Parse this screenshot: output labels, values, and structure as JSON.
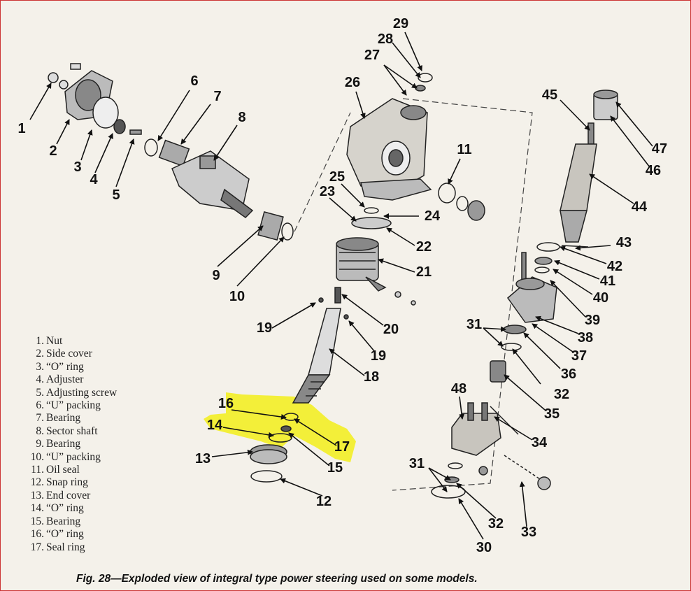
{
  "callouts": [
    {
      "id": "c1",
      "label": "1"
    },
    {
      "id": "c2",
      "label": "2"
    },
    {
      "id": "c3",
      "label": "3"
    },
    {
      "id": "c4",
      "label": "4"
    },
    {
      "id": "c5",
      "label": "5"
    },
    {
      "id": "c6",
      "label": "6"
    },
    {
      "id": "c7",
      "label": "7"
    },
    {
      "id": "c8",
      "label": "8"
    },
    {
      "id": "c9",
      "label": "9"
    },
    {
      "id": "c10",
      "label": "10"
    },
    {
      "id": "c11",
      "label": "11"
    },
    {
      "id": "c12",
      "label": "12"
    },
    {
      "id": "c13",
      "label": "13"
    },
    {
      "id": "c14",
      "label": "14"
    },
    {
      "id": "c15",
      "label": "15"
    },
    {
      "id": "c16",
      "label": "16"
    },
    {
      "id": "c17",
      "label": "17"
    },
    {
      "id": "c18",
      "label": "18"
    },
    {
      "id": "c19a",
      "label": "19"
    },
    {
      "id": "c19b",
      "label": "19"
    },
    {
      "id": "c20",
      "label": "20"
    },
    {
      "id": "c21",
      "label": "21"
    },
    {
      "id": "c22",
      "label": "22"
    },
    {
      "id": "c23",
      "label": "23"
    },
    {
      "id": "c24",
      "label": "24"
    },
    {
      "id": "c25",
      "label": "25"
    },
    {
      "id": "c26",
      "label": "26"
    },
    {
      "id": "c27",
      "label": "27"
    },
    {
      "id": "c28",
      "label": "28"
    },
    {
      "id": "c29",
      "label": "29"
    },
    {
      "id": "c30",
      "label": "30"
    },
    {
      "id": "c31a",
      "label": "31"
    },
    {
      "id": "c31b",
      "label": "31"
    },
    {
      "id": "c32a",
      "label": "32"
    },
    {
      "id": "c32b",
      "label": "32"
    },
    {
      "id": "c33",
      "label": "33"
    },
    {
      "id": "c34",
      "label": "34"
    },
    {
      "id": "c35",
      "label": "35"
    },
    {
      "id": "c36",
      "label": "36"
    },
    {
      "id": "c37",
      "label": "37"
    },
    {
      "id": "c38",
      "label": "38"
    },
    {
      "id": "c39",
      "label": "39"
    },
    {
      "id": "c40",
      "label": "40"
    },
    {
      "id": "c41",
      "label": "41"
    },
    {
      "id": "c42",
      "label": "42"
    },
    {
      "id": "c43",
      "label": "43"
    },
    {
      "id": "c44",
      "label": "44"
    },
    {
      "id": "c45",
      "label": "45"
    },
    {
      "id": "c46",
      "label": "46"
    },
    {
      "id": "c47",
      "label": "47"
    },
    {
      "id": "c48",
      "label": "48"
    }
  ],
  "legend": [
    {
      "num": "1.",
      "name": "Nut"
    },
    {
      "num": "2.",
      "name": "Side cover"
    },
    {
      "num": "3.",
      "name": "“O” ring"
    },
    {
      "num": "4.",
      "name": "Adjuster"
    },
    {
      "num": "5.",
      "name": "Adjusting screw"
    },
    {
      "num": "6.",
      "name": "“U” packing"
    },
    {
      "num": "7.",
      "name": "Bearing"
    },
    {
      "num": "8.",
      "name": "Sector shaft"
    },
    {
      "num": "9.",
      "name": "Bearing"
    },
    {
      "num": "10.",
      "name": "“U” packing"
    },
    {
      "num": "11.",
      "name": "Oil seal"
    },
    {
      "num": "12.",
      "name": "Snap ring"
    },
    {
      "num": "13.",
      "name": "End cover"
    },
    {
      "num": "14.",
      "name": "“O” ring"
    },
    {
      "num": "15.",
      "name": "Bearing"
    },
    {
      "num": "16.",
      "name": "“O” ring"
    },
    {
      "num": "17.",
      "name": "Seal ring"
    }
  ],
  "caption": "Fig. 28—Exploded view of integral type power steering used on some models.",
  "colors": {
    "highlight": "#f2ee1a",
    "page": "#f4f1ea",
    "ink": "#1a1a1a",
    "border": "#cc3333"
  }
}
